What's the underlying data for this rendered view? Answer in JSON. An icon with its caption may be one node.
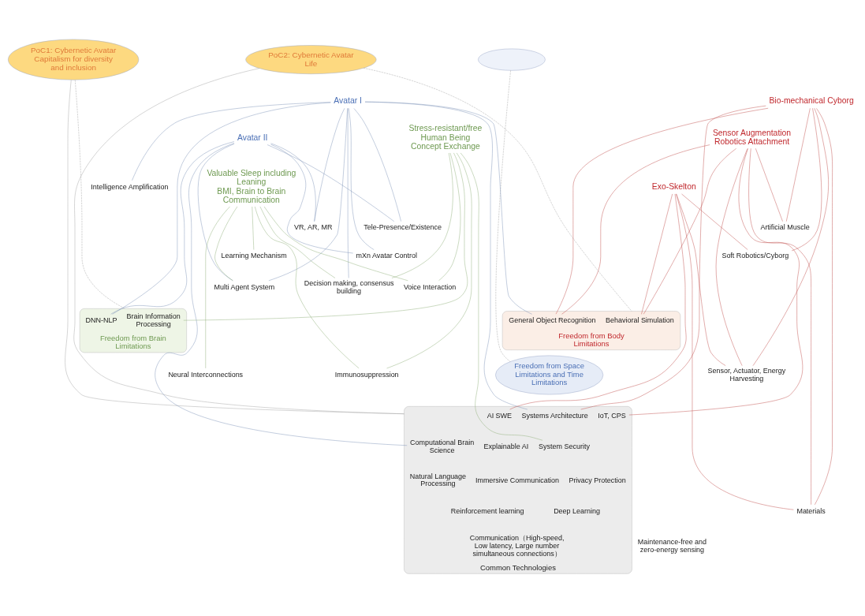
{
  "diagram": {
    "nodes": [
      {
        "text": [],
        "shape": "ellipse"
      },
      {
        "text": [
          "PoC2: Cybernetic Avatar Life"
        ]
      },
      {
        "text": [
          "PoC1: Cybernetic Avatar Capitalism for diversity and inclusion"
        ]
      },
      {
        "text": [
          "Bio-mechanical Cyborg"
        ]
      },
      {
        "text": [
          "Avatar I"
        ]
      },
      {
        "text": [
          "Stress-resistant/free Human Being",
          "Concept Exchange"
        ]
      },
      {
        "text": [
          "Avatar II"
        ]
      },
      {
        "text": [
          "Sensor Augmentation",
          "Robotics Attachment"
        ]
      },
      {
        "text": [
          "Exo-Skelton"
        ]
      },
      {
        "text": [
          "Intelligence Amplification"
        ]
      },
      {
        "text": [
          "Valuable Sleep including Leaning",
          "BMI, Brain to Brain Communication"
        ]
      },
      {
        "text": [
          "Tele-Presence/Existence"
        ]
      },
      {
        "text": [
          "Artificial Muscle"
        ]
      },
      {
        "text": [
          "VR, AR, MR"
        ]
      },
      {
        "text": [
          "mXn Avatar Control"
        ]
      },
      {
        "text": [
          "Learning Mechanism"
        ]
      },
      {
        "text": [
          "Decision making, consensus building"
        ]
      },
      {
        "text": [
          "Multi Agent System"
        ]
      },
      {
        "text": [
          "Soft Robotics/Cyborg"
        ]
      },
      {
        "text": [
          "Voice Interaction"
        ]
      },
      {
        "text": [
          "Freedom from Space Limitations and Time Limitations"
        ]
      },
      {
        "text": [
          "Freedom from Body Limitations"
        ]
      },
      {
        "text": [
          "Behavioral Simulation"
        ],
        "in": 21
      },
      {
        "text": [
          "General Object Recognition"
        ],
        "in": 21
      },
      {
        "text": [
          "Freedom from Brain Limitations"
        ]
      },
      {
        "text": [
          "Brain Information Processing"
        ],
        "in": 24
      },
      {
        "text": [
          "DNN-NLP"
        ],
        "in": 24
      },
      {
        "text": [
          "Sensor, Actuator, Energy Harvesting"
        ]
      },
      {
        "text": [
          "Neural Interconnections"
        ]
      },
      {
        "text": [
          "Immunosuppression"
        ]
      },
      {
        "text": [
          "Common Technologies"
        ]
      },
      {
        "text": [
          "AI SWE"
        ],
        "in": 30
      },
      {
        "text": [
          "IoT, CPS"
        ],
        "in": 30
      },
      {
        "text": [
          "Systems Architecture"
        ],
        "in": 30
      },
      {
        "text": [
          "System Security"
        ],
        "in": 30
      },
      {
        "text": [
          "Explainable AI"
        ],
        "in": 30
      },
      {
        "text": [
          "Computational Brain Science"
        ],
        "in": 30
      },
      {
        "text": [
          "Privacy Protection"
        ],
        "in": 30
      },
      {
        "text": [
          "Immersive Communication"
        ],
        "in": 30
      },
      {
        "text": [
          "Natural Language Processing"
        ],
        "in": 30
      },
      {
        "text": [
          "Deep Learning"
        ],
        "in": 30
      },
      {
        "text": [
          "Reinforcement learning"
        ],
        "in": 30
      },
      {
        "text": [
          "Communication（High-speed, Low latency, Large number simultaneous connections）"
        ],
        "in": 30
      },
      {
        "text": [
          "Materials"
        ]
      },
      {
        "text": [
          "Maintenance-free and zero-energy sensing"
        ]
      }
    ],
    "edges": [
      {
        "from": 0,
        "to": 20,
        "arrow": "none",
        "style": "dashed",
        "color": "#a6a6a6"
      },
      {
        "from": 1,
        "to": 21,
        "arrow": "none",
        "style": "dashed",
        "color": "#a6a6a6"
      },
      {
        "from": 2,
        "to": 24,
        "arrow": "none",
        "style": "dashed",
        "color": "#a6a6a6"
      },
      {
        "from": 1,
        "to": 30,
        "arrow": "none",
        "color": "#a6a6a6"
      },
      {
        "from": 2,
        "to": 30,
        "arrow": "none",
        "color": "#a6a6a6"
      },
      {
        "from": 3,
        "to": 27,
        "arrow": "none",
        "color": "#c0504d"
      },
      {
        "from": 3,
        "to": 43,
        "arrow": "none",
        "color": "#c0504d"
      },
      {
        "from": 3,
        "to": 12,
        "arrow": "none",
        "color": "#c0504d"
      },
      {
        "from": 3,
        "to": 18,
        "arrow": "none",
        "color": "#c0504d"
      },
      {
        "from": 3,
        "to": 23,
        "arrow": "none",
        "color": "#c0504d"
      },
      {
        "from": 3,
        "to": 33,
        "arrow": "none",
        "color": "#c0504d"
      },
      {
        "from": 7,
        "to": 43,
        "arrow": "none",
        "color": "#c0504d"
      },
      {
        "from": 7,
        "to": 27,
        "arrow": "none",
        "color": "#c0504d"
      },
      {
        "from": 7,
        "to": 12,
        "arrow": "none",
        "color": "#c0504d"
      },
      {
        "from": 7,
        "to": 22,
        "arrow": "none",
        "color": "#c0504d"
      },
      {
        "from": 7,
        "to": 23,
        "arrow": "none",
        "color": "#c0504d"
      },
      {
        "from": 7,
        "to": 32,
        "arrow": "none",
        "color": "#c0504d"
      },
      {
        "from": 8,
        "to": 43,
        "arrow": "none",
        "color": "#c0504d"
      },
      {
        "from": 8,
        "to": 27,
        "arrow": "none",
        "color": "#c0504d"
      },
      {
        "from": 8,
        "to": 31,
        "arrow": "none",
        "color": "#c0504d"
      },
      {
        "from": 8,
        "to": 22,
        "arrow": "none",
        "color": "#c0504d"
      },
      {
        "from": 8,
        "to": 18,
        "arrow": "none",
        "color": "#c0504d"
      },
      {
        "from": 4,
        "to": 9,
        "arrow": "none",
        "color": "#7f93b8"
      },
      {
        "from": 4,
        "to": 11,
        "arrow": "none",
        "color": "#7f93b8"
      },
      {
        "from": 4,
        "to": 13,
        "arrow": "none",
        "color": "#7f93b8"
      },
      {
        "from": 4,
        "to": 14,
        "arrow": "none",
        "color": "#7f93b8"
      },
      {
        "from": 4,
        "to": 16,
        "arrow": "none",
        "color": "#7f93b8"
      },
      {
        "from": 4,
        "to": 17,
        "arrow": "none",
        "color": "#7f93b8"
      },
      {
        "from": 4,
        "to": 26,
        "arrow": "none",
        "color": "#7f93b8"
      },
      {
        "from": 4,
        "to": 23,
        "arrow": "none",
        "color": "#7f93b8"
      },
      {
        "from": 4,
        "to": 33,
        "arrow": "none",
        "color": "#7f93b8"
      },
      {
        "from": 6,
        "to": 11,
        "arrow": "none",
        "color": "#7f93b8"
      },
      {
        "from": 6,
        "to": 13,
        "arrow": "none",
        "color": "#7f93b8"
      },
      {
        "from": 6,
        "to": 14,
        "arrow": "none",
        "color": "#7f93b8"
      },
      {
        "from": 6,
        "to": 17,
        "arrow": "none",
        "color": "#7f93b8"
      },
      {
        "from": 6,
        "to": 26,
        "arrow": "none",
        "color": "#7f93b8"
      },
      {
        "from": 6,
        "to": 36,
        "arrow": "none",
        "color": "#7f93b8"
      },
      {
        "from": 5,
        "to": 25,
        "arrow": "none",
        "color": "#8fb07a"
      },
      {
        "from": 5,
        "to": 19,
        "arrow": "none",
        "color": "#8fb07a"
      },
      {
        "from": 5,
        "to": 16,
        "arrow": "none",
        "color": "#8fb07a"
      },
      {
        "from": 5,
        "to": 34,
        "arrow": "none",
        "color": "#8fb07a"
      },
      {
        "from": 5,
        "to": 29,
        "arrow": "none",
        "color": "#8fb07a"
      },
      {
        "from": 10,
        "to": 15,
        "arrow": "none",
        "color": "#8fb07a"
      },
      {
        "from": 10,
        "to": 16,
        "arrow": "none",
        "color": "#8fb07a"
      },
      {
        "from": 10,
        "to": 17,
        "arrow": "none",
        "color": "#8fb07a"
      },
      {
        "from": 10,
        "to": 19,
        "arrow": "none",
        "color": "#8fb07a"
      },
      {
        "from": 10,
        "to": 28,
        "arrow": "none",
        "color": "#8fb07a"
      },
      {
        "from": 10,
        "to": 29,
        "arrow": "none",
        "color": "#8fb07a"
      }
    ]
  }
}
